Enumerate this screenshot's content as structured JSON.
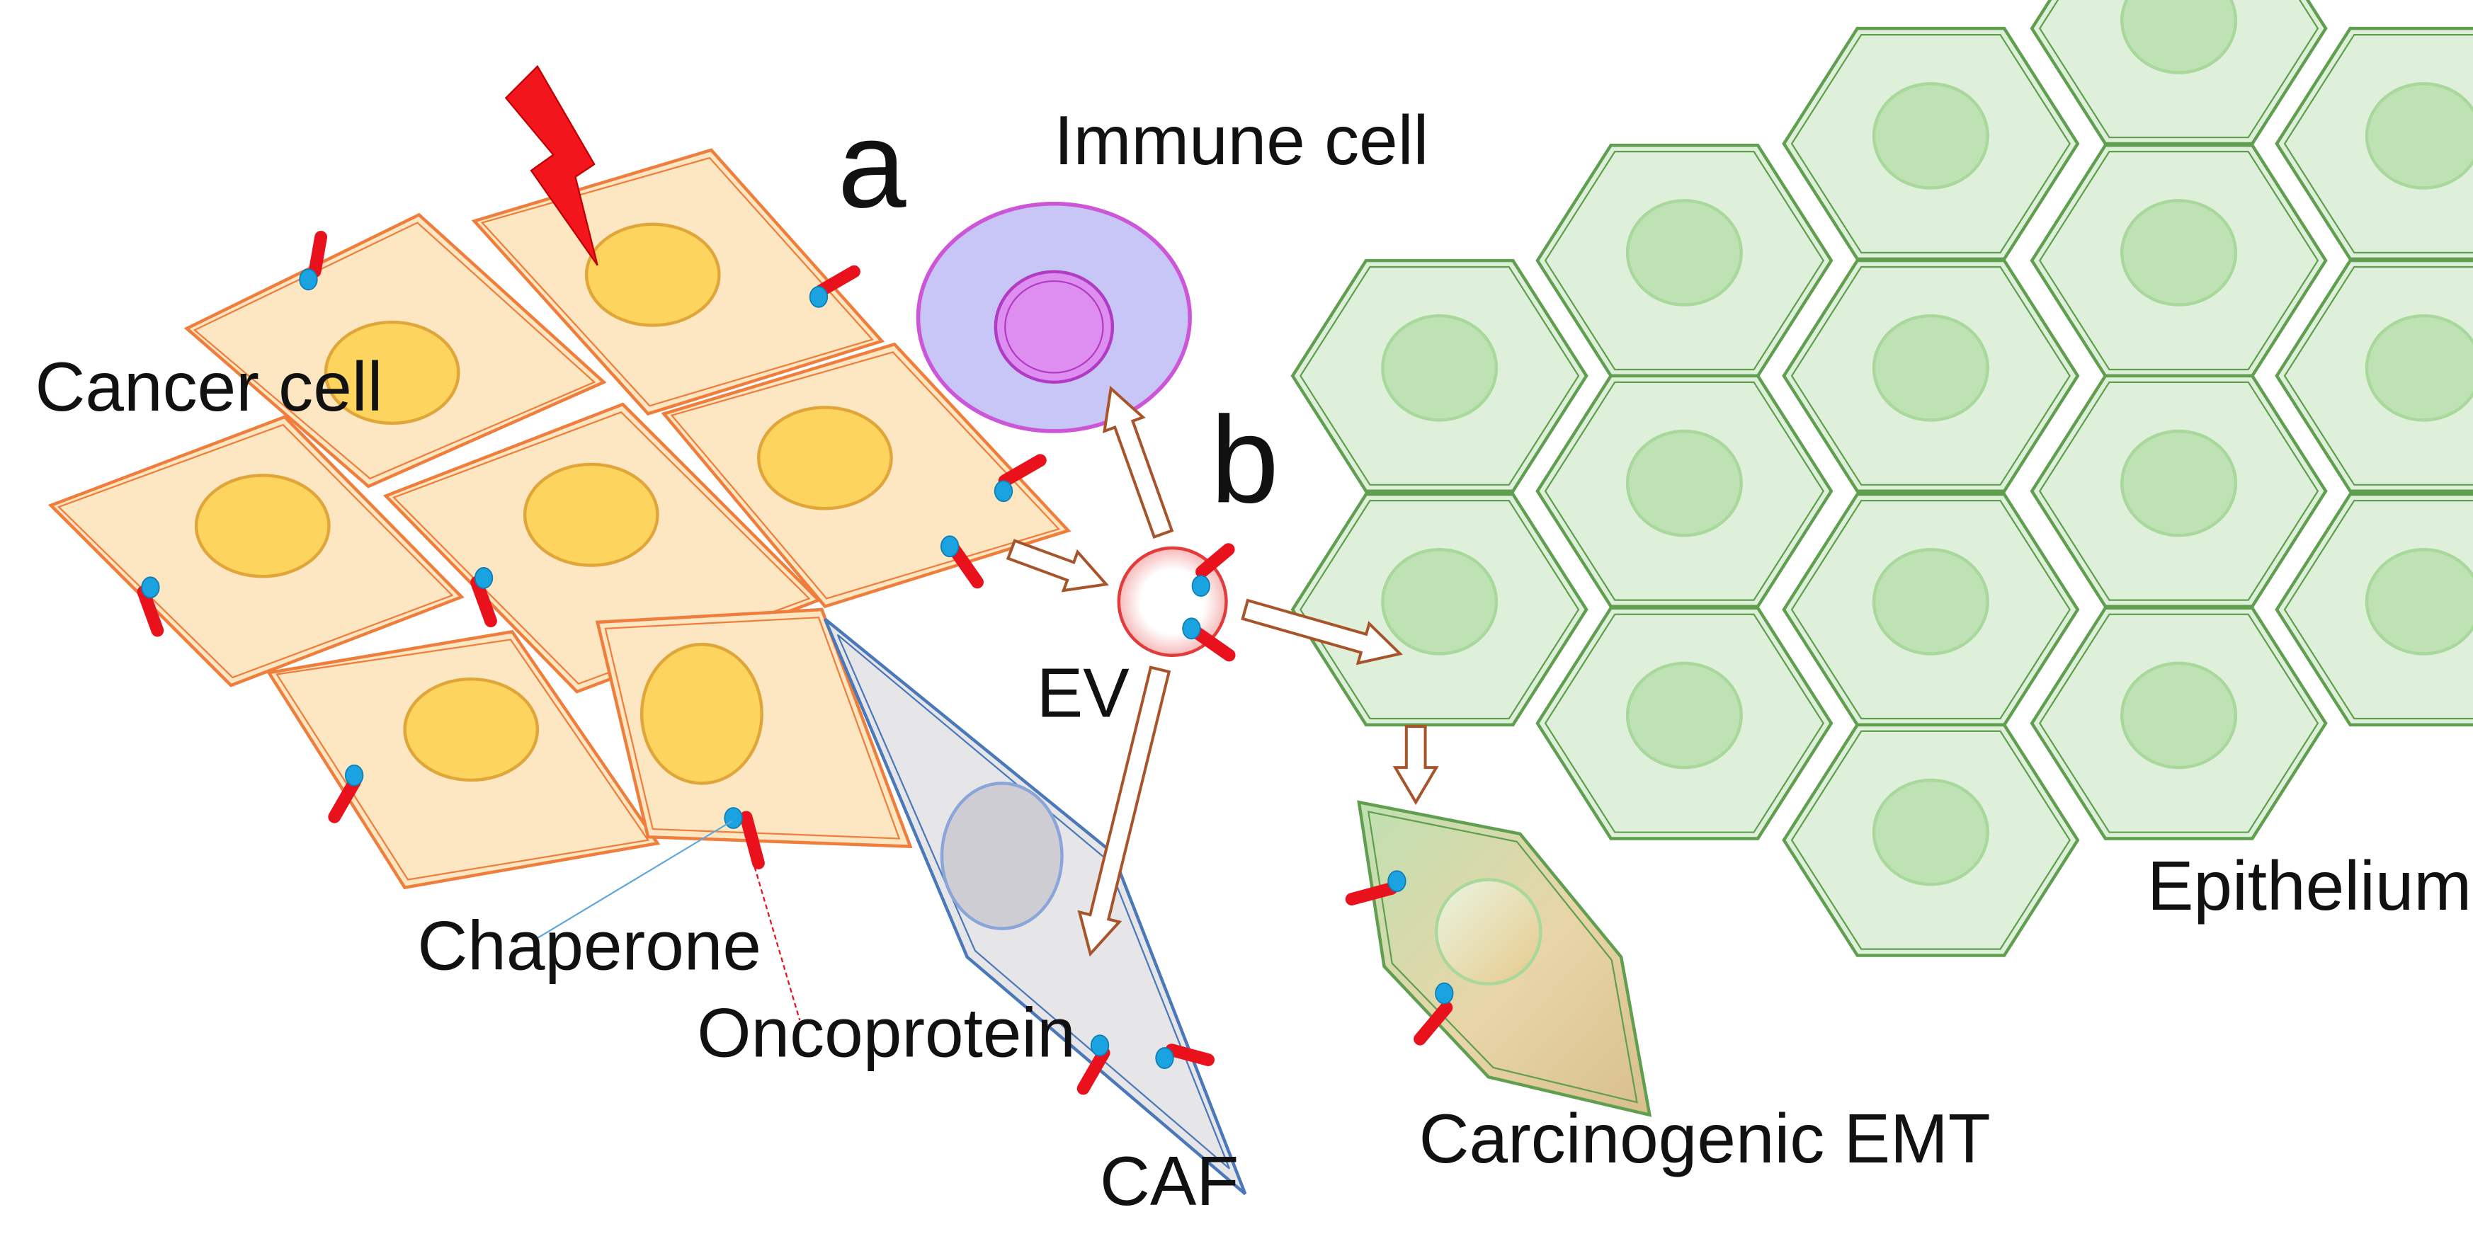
{
  "labels": {
    "panel_a": "a",
    "panel_b": "b",
    "immune_cell": "Immune cell",
    "cancer_cell": "Cancer cell",
    "ev": "EV",
    "chaperone": "Chaperone",
    "oncoprotein": "Oncoprotein",
    "caf": "CAF",
    "carcinogenic_emt": "Carcinogenic EMT",
    "epithelium": "Epithelium"
  },
  "colors": {
    "cancer_fill": "#fde7c2",
    "cancer_stroke": "#ef7d3c",
    "nucleus_fill": "#fdd55e",
    "nucleus_stroke": "#e0a63a",
    "immune_fill": "#c8c6f7",
    "immune_stroke": "#cc55d8",
    "immune_nucleus": "#dd8ef0",
    "caf_fill": "#e6e6e8",
    "caf_stroke": "#4a78b8",
    "epi_fill": "#dff0da",
    "epi_stroke": "#5f9f4f",
    "epi_nucleus": "#bfe2b4",
    "emt_fill": "#e3d0a2",
    "emt_stroke": "#5f9f4f",
    "arrow_stroke": "#a8542a",
    "ev_stroke": "#e23b3b",
    "oncoprotein": "#e8111c",
    "chaperone": "#1aa3e0",
    "lightning": "#f2161c"
  },
  "icons": [
    "lightning-bolt-icon",
    "oncoprotein-chaperone-icon",
    "block-arrow-icon"
  ]
}
